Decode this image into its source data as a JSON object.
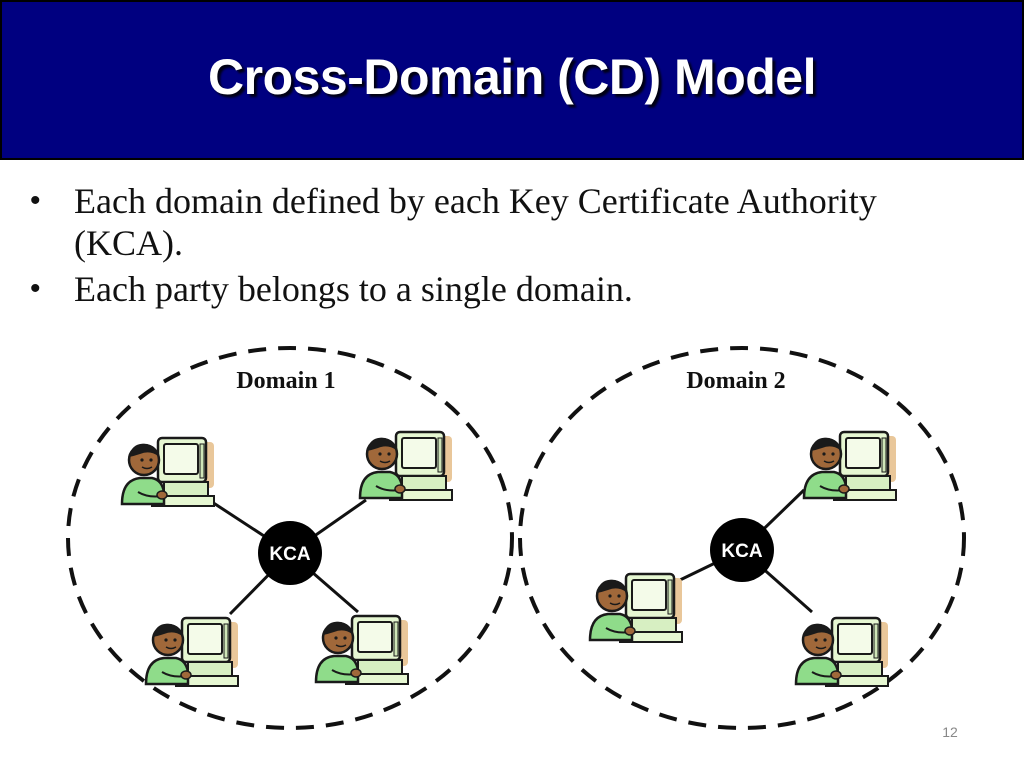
{
  "slide": {
    "title": "Cross-Domain (CD) Model",
    "page_number": "12"
  },
  "bullets": [
    {
      "symbol": "•",
      "text": "Each domain defined by each Key Certificate Authority (KCA)."
    },
    {
      "symbol": "•",
      "text": "Each party belongs to a single domain."
    }
  ],
  "diagram": {
    "domains": [
      {
        "label": "Domain 1",
        "center_label": "KCA",
        "party_count": 4
      },
      {
        "label": "Domain 2",
        "center_label": "KCA",
        "party_count": 3
      }
    ],
    "icons": {
      "party": "person-at-computer-icon",
      "authority": "kca-node"
    },
    "colors": {
      "title_bar": "#000080",
      "node_fill": "#000000",
      "shirt": "#8fdc8a",
      "skin": "#a0683a",
      "monitor": "#e6f7d2"
    }
  }
}
